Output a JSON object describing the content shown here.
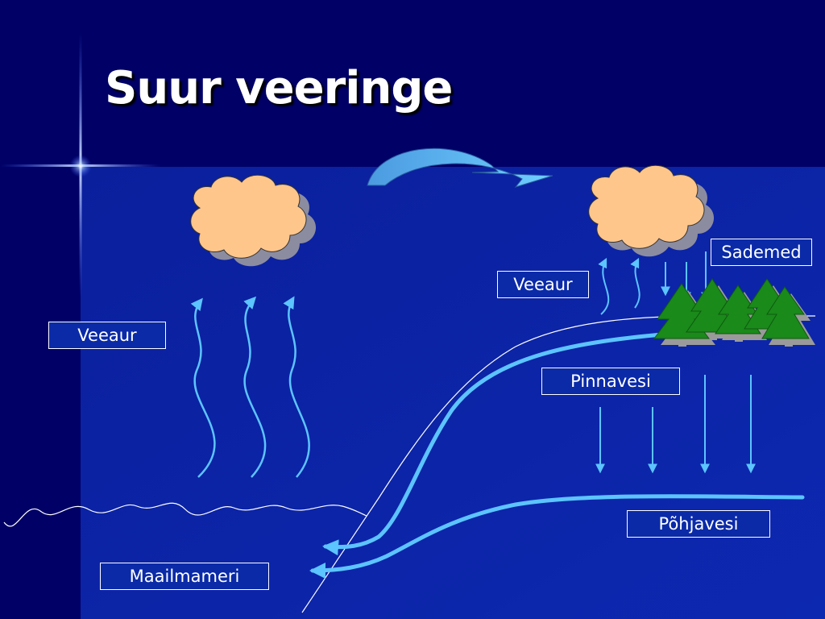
{
  "slide": {
    "title": "Suur veeringe"
  },
  "labels": {
    "veeaur_left": "Veeaur",
    "veeaur_right": "Veeaur",
    "sademed": "Sademed",
    "pinnavesi": "Pinnavesi",
    "pohjavesi": "Põhjavesi",
    "maailmameri": "Maailmameri"
  },
  "colors": {
    "background_dark": "#000066",
    "background_panel": "#0a1f9c",
    "cloud_fill": "#ffc68c",
    "cloud_shadow": "#8c8ca0",
    "arrow_light_blue": "#5cc4ff",
    "tree_green": "#1a8a1a",
    "tree_shadow": "#9a9a9a",
    "label_bg": "#0a2aa8",
    "white": "#ffffff"
  },
  "icons": {
    "cloud": "cloud-icon",
    "tree": "spruce-tree-icon",
    "curved_arrow": "curved-arrow-icon",
    "sparkle": "sparkle-icon"
  }
}
